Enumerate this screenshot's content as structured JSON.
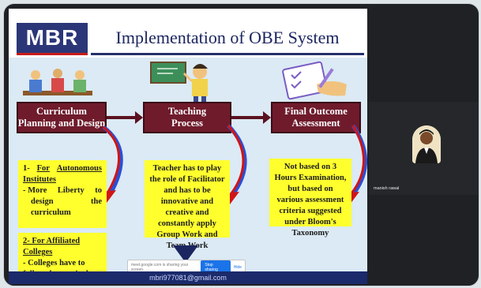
{
  "slide": {
    "logo": "MBR",
    "title": "Implementation of OBE System",
    "stages": [
      {
        "line1": "Curriculum",
        "line2": "Planning and Design"
      },
      {
        "line1": "Teaching",
        "line2": "Process"
      },
      {
        "line1": "Final Outcome",
        "line2": "Assessment"
      }
    ],
    "box1": {
      "heading_num": "1-",
      "heading_a": "For",
      "heading_b": "Autonomous",
      "heading_c": "Institutes",
      "line1a": "- More",
      "line1b": "Liberty",
      "line1c": "to",
      "line2a": "design",
      "line2b": "the",
      "line3": "curriculum"
    },
    "box2": {
      "heading": "2- For Affiliated Colleges",
      "text": "- Colleges have to follow the curriculum designed by the University"
    },
    "box3": {
      "text": "Teacher has to play the role of Facilitator and has to be innovative and creative and constantly apply Group Work and Team Work"
    },
    "box4": {
      "text": "Not based on 3 Hours Examination, but based on various assessment criteria suggested under Bloom's Taxonomy"
    },
    "email": "mbri977081@gmail.com"
  },
  "screen_share_bar": {
    "message": "meet.google.com is sharing your screen.",
    "stop_label": "Stop sharing",
    "hide_label": "Hide"
  },
  "participant": {
    "name": "manish rawal"
  },
  "colors": {
    "stage_fill": "#6f1b2c",
    "box_fill": "#ffff2e",
    "title_color": "#1b2560",
    "curve_red": "#d01515",
    "curve_blue": "#2a4fd6"
  }
}
